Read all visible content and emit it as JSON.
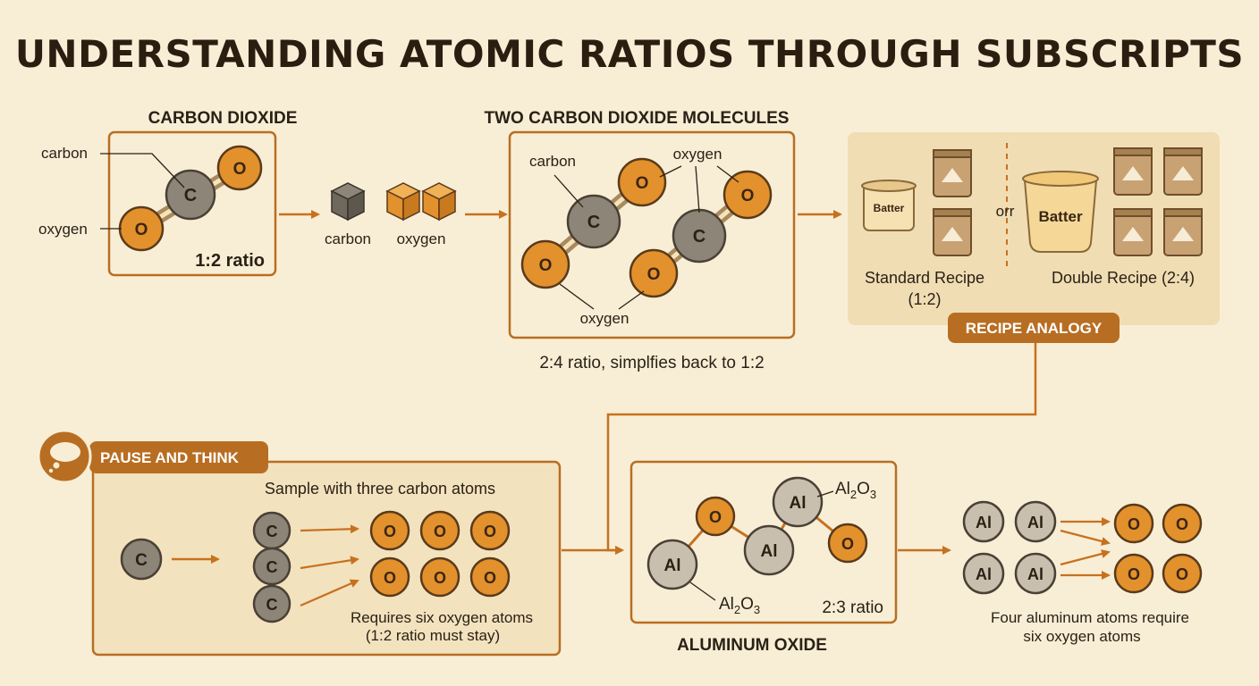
{
  "title": "UNDERSTANDING ATOMIC RATIOS THROUGH SUBSCRIPTS",
  "colors": {
    "background": "#f8eed6",
    "panel_border": "#b86e22",
    "panel_fill": "#f3e2be",
    "oxygen_fill": "#e3912c",
    "carbon_fill": "#8d8577",
    "aluminum_fill": "#c9bfae",
    "arrow": "#c7711f",
    "badge": "#b86e22",
    "text": "#2a2116"
  },
  "atom_letters": {
    "carbon": "C",
    "oxygen": "O",
    "aluminum": "Al"
  },
  "co2_panel": {
    "heading": "CARBON DIOXIDE",
    "carbon_label": "carbon",
    "oxygen_label": "oxygen",
    "ratio": "1:2 ratio"
  },
  "cubes": {
    "carbon_label": "carbon",
    "oxygen_label": "oxygen"
  },
  "two_co2_panel": {
    "heading": "TWO CARBON DIOXIDE MOLECULES",
    "carbon_label": "carbon",
    "oxygen_top_label": "oxygen",
    "oxygen_bottom_label": "oxygen",
    "caption": "2:4 ratio, simplfies back to 1:2"
  },
  "recipe_panel": {
    "batter_small": "Batter",
    "batter_large": "Batter",
    "or_text": "orr",
    "standard_label_1": "Standard Recipe",
    "standard_label_2": "(1:2)",
    "double_label": "Double Recipe (2:4)",
    "badge": "RECIPE ANALOGY"
  },
  "pause_panel": {
    "badge": "PAUSE AND THINK",
    "heading": "Sample with three carbon atoms",
    "caption_1": "Requires six oxygen atoms",
    "caption_2": "(1:2 ratio must stay)"
  },
  "al2o3_panel": {
    "formula_top": {
      "base1": "Al",
      "sub1": "2",
      "base2": "O",
      "sub2": "3"
    },
    "formula_bottom": {
      "base1": "Al",
      "sub1": "2",
      "base2": "O",
      "sub2": "3"
    },
    "ratio": "2:3 ratio",
    "heading": "ALUMINUM OXIDE"
  },
  "aluminum_group": {
    "caption_1": "Four aluminum atoms require",
    "caption_2": "six oxygen atoms"
  }
}
